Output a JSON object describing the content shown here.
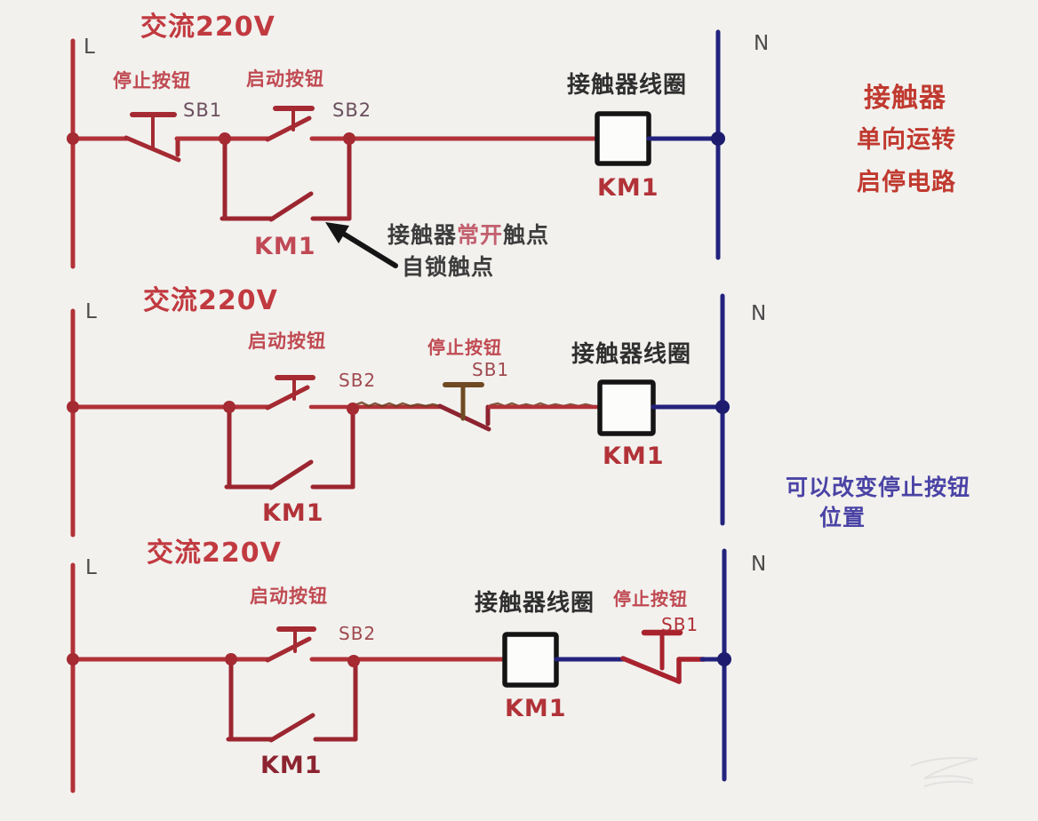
{
  "colors": {
    "background": "#f2f1ee",
    "wire_red": "#b13238",
    "wire_navy": "#23227d",
    "coil_border": "#141414",
    "title_red": "#c13a40",
    "label_red": "#c04a52",
    "text_dark": "#3d3d3d",
    "rail_gray": "#4a4a4a",
    "highlight_red": "#c2606e",
    "blue_note": "#4a43a5",
    "scribble_brown": "#6e3d1e"
  },
  "top_circuit": {
    "title": "交流220V",
    "l": "L",
    "n": "N",
    "stop_label": "停止按钮",
    "stop_ref": "SB1",
    "start_label": "启动按钮",
    "start_ref": "SB2",
    "coil_label": "接触器线圈",
    "coil_ref": "KM1",
    "selflock_ref": "KM1"
  },
  "middle_circuit": {
    "title": "交流220V",
    "l": "L",
    "n": "N",
    "start_label": "启动按钮",
    "start_ref": "SB2",
    "stop_label": "停止按钮",
    "stop_ref": "SB1",
    "coil_label": "接触器线圈",
    "coil_ref": "KM1",
    "selflock_ref": "KM1"
  },
  "bottom_circuit": {
    "title": "交流220V",
    "l": "L",
    "n": "N",
    "start_label": "启动按钮",
    "start_ref": "SB2",
    "coil_label": "接触器线圈",
    "coil_ref": "KM1",
    "stop_label": "停止按钮",
    "stop_ref": "SB1",
    "selflock_ref": "KM1"
  },
  "annotation": {
    "no_prefix": "接触器",
    "no_highlight": "常开",
    "no_suffix": "触点",
    "line2": "自锁触点"
  },
  "side_note": {
    "line1": "接触器",
    "line2": "单向运转",
    "line3": "启停电路"
  },
  "blue_note": {
    "line1": "可以改变停止按钮",
    "line2": "位置"
  }
}
